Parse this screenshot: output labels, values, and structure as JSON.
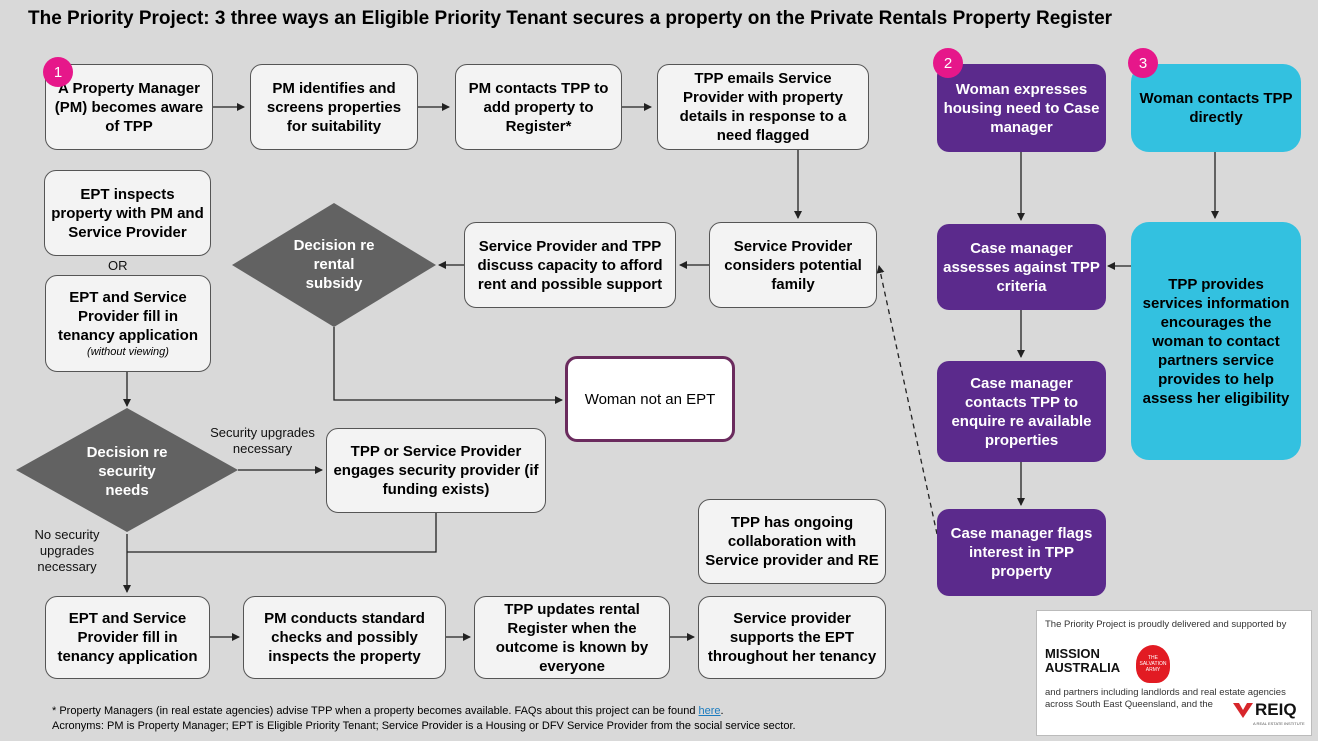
{
  "title": "The Priority Project: 3 three ways an Eligible Priority Tenant secures a property on the Private Rentals Property Register",
  "badges": [
    "1",
    "2",
    "3"
  ],
  "boxes": {
    "b1": "A Property Manager (PM) becomes aware of TPP",
    "b2": "PM identifies and screens properties for suitability",
    "b3": "PM contacts TPP to add property to Register*",
    "b4": "TPP emails Service Provider with property details in response to a need flagged",
    "b5": "Service Provider considers potential family",
    "b6": "Service Provider and TPP discuss capacity to afford rent and possible support",
    "b7": "EPT inspects property with PM and Service Provider",
    "b8": "EPT and Service Provider fill in tenancy application",
    "b8note": "(without viewing)",
    "b9": "Woman not an EPT",
    "b10": "TPP or Service Provider engages security provider (if funding exists)",
    "b11": "TPP has ongoing collaboration with Service provider and RE",
    "b12": "EPT and Service Provider fill in tenancy application",
    "b13": "PM conducts standard checks and possibly inspects the property",
    "b14": "TPP updates rental Register when the outcome is known by everyone",
    "b15": "Service provider supports the EPT throughout her tenancy",
    "p1": "Woman expresses housing need to Case manager",
    "p2": "Case manager assesses against TPP criteria",
    "p3": "Case manager contacts TPP to enquire re available properties",
    "p4": "Case manager flags interest in TPP property",
    "c1": "Woman contacts TPP directly",
    "c2": "TPP provides services information encourages the woman to contact partners service provides to help assess her eligibility"
  },
  "decisions": {
    "d1": "Decision re rental subsidy",
    "d2": "Decision re security needs"
  },
  "labels": {
    "or": "OR",
    "sec_up": "Security upgrades necessary",
    "no_sec": "No security upgrades necessary"
  },
  "footnote": {
    "line1": "* Property Managers (in real estate agencies) advise TPP when a property becomes available. FAQs about this project can be found ",
    "link": "here",
    "line1end": ".",
    "line2": "Acronyms: PM is Property Manager; EPT is Eligible Priority Tenant; Service Provider is a Housing or DFV Service Provider from the social service sector."
  },
  "partners": {
    "top": "The Priority Project is proudly delivered and supported by",
    "ma1": "MISSION",
    "ma2": "AUSTRALIA",
    "salv": "THE SALVATION ARMY",
    "mid": "and partners including landlords and real estate agencies across South East Queensland, and the",
    "reiq": "REIQ",
    "reiq_sub": "A REAL ESTATE INSTITUTE"
  },
  "colors": {
    "purple": "#5b2a8c",
    "cyan": "#33c1e0",
    "badge": "#e6178a",
    "diamond": "#626262"
  }
}
